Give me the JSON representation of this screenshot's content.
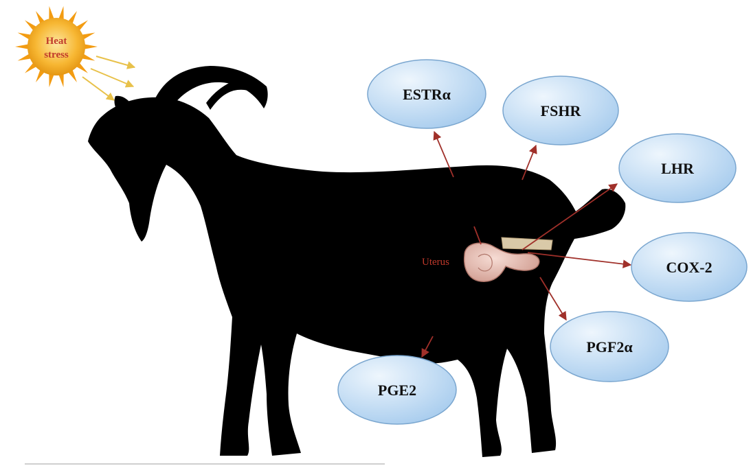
{
  "diagram": {
    "stressor": {
      "label_line1": "Heat",
      "label_line2": "stress"
    },
    "organ_label": "Uterus",
    "targets": [
      {
        "id": "estra",
        "label": "ESTRα"
      },
      {
        "id": "fshr",
        "label": "FSHR"
      },
      {
        "id": "lhr",
        "label": "LHR"
      },
      {
        "id": "cox2",
        "label": "COX-2"
      },
      {
        "id": "pgf2a",
        "label": "PGF2α"
      },
      {
        "id": "pge2",
        "label": "PGE2"
      }
    ]
  },
  "colors": {
    "node_fill_light": "#e6f1fb",
    "node_fill_dark": "#a9cdee",
    "node_stroke": "#7aa6cf",
    "arrow": "#a0302a",
    "sun_core": "#f7b733",
    "sun_ray": "#f39c12",
    "silhouette": "#000000",
    "uterus": "#e6b8ad"
  }
}
